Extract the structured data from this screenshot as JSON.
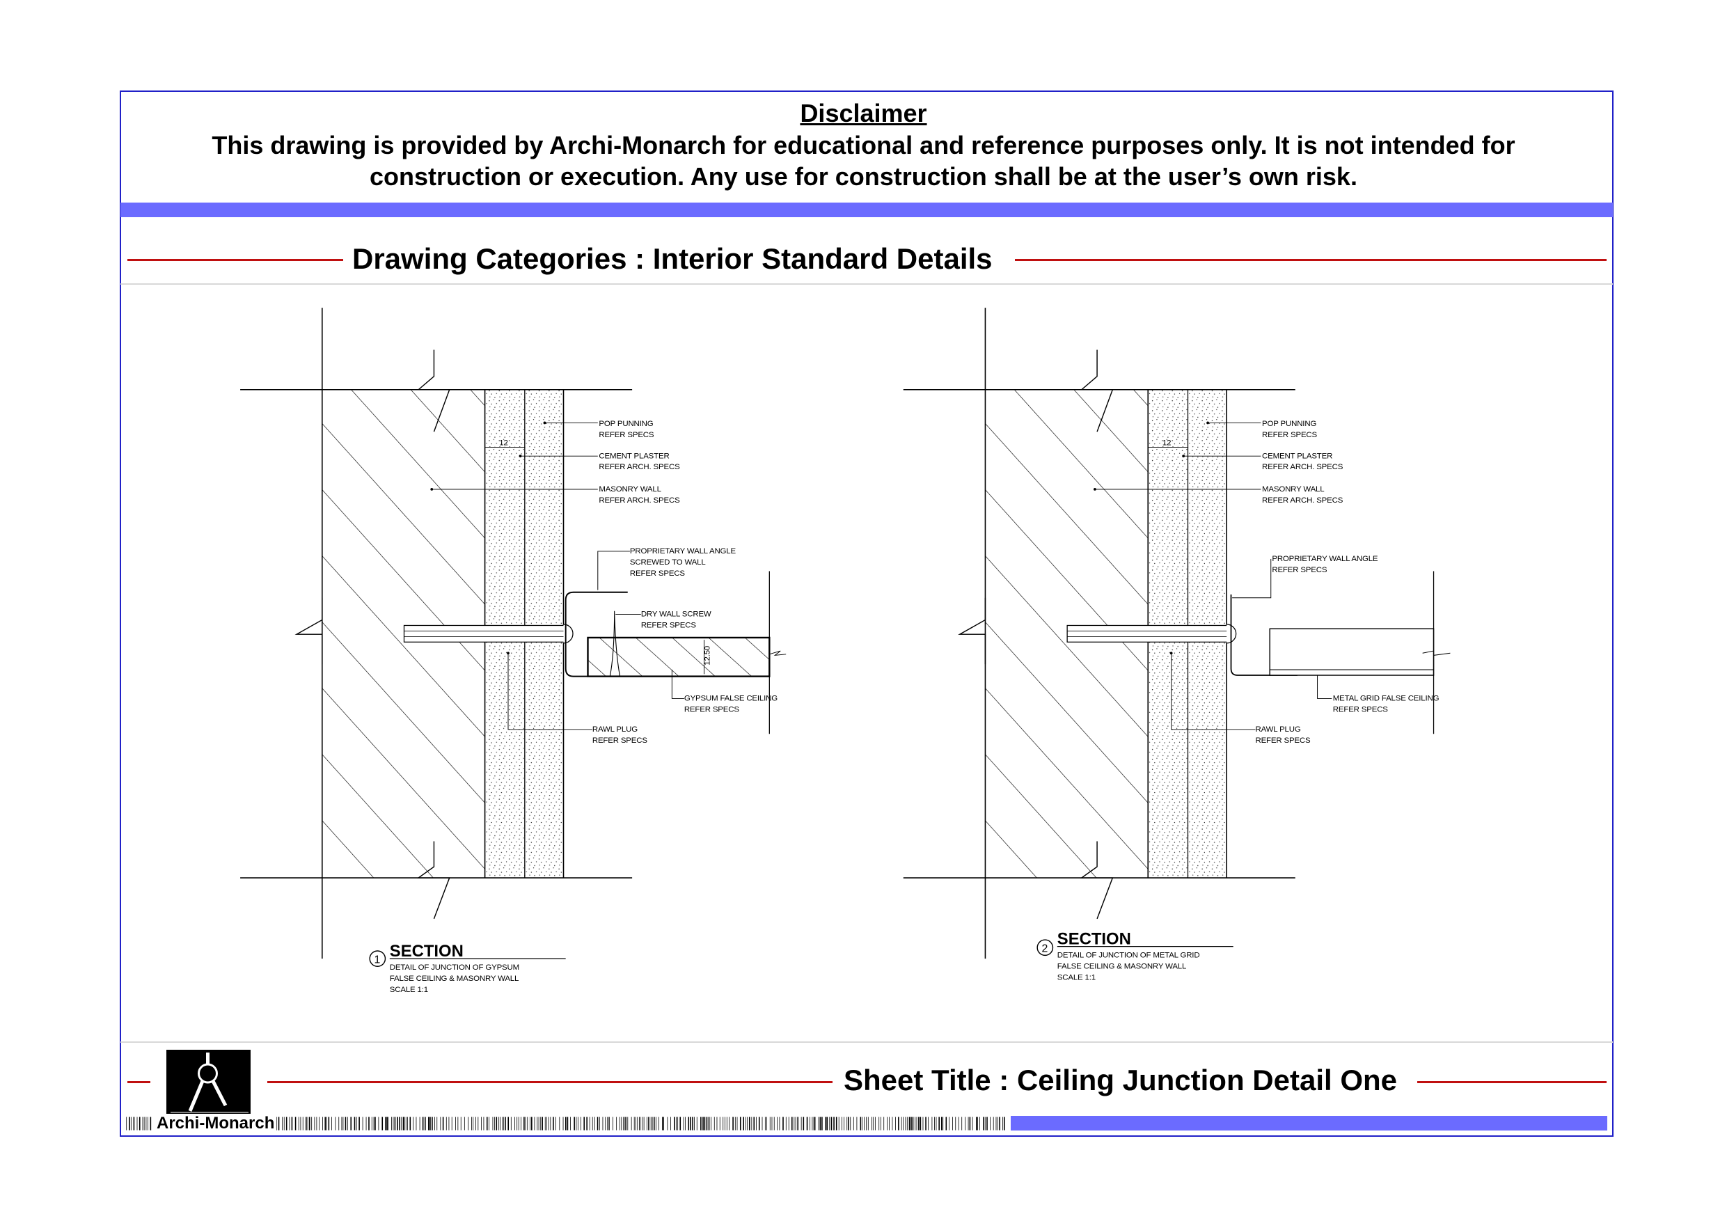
{
  "disclaimer": {
    "title": "Disclaimer",
    "line1": "This drawing is provided by Archi-Monarch for educational and reference purposes only. It is not intended for",
    "line2": "construction or execution. Any use for construction shall be at the user’s own risk."
  },
  "category_heading": "Drawing Categories : Interior Standard Details",
  "details": [
    {
      "number": "1",
      "title": "SECTION",
      "desc": [
        "DETAIL OF JUNCTION OF GYPSUM",
        "FALSE CEILING & MASONRY WALL",
        "SCALE 1:1"
      ],
      "dimension": "12",
      "board_dimension": "12.50",
      "labels": {
        "pop": [
          "POP PUNNING",
          "REFER SPECS"
        ],
        "plaster": [
          "CEMENT PLASTER",
          "REFER ARCH. SPECS"
        ],
        "masonry": [
          "MASONRY WALL",
          "REFER ARCH. SPECS"
        ],
        "angle": [
          "PROPRIETARY WALL ANGLE",
          "SCREWED TO WALL",
          "REFER SPECS"
        ],
        "screw": [
          "DRY WALL SCREW",
          "REFER SPECS"
        ],
        "ceiling": [
          "GYPSUM FALSE CEILING",
          "REFER SPECS"
        ],
        "rawl": [
          "RAWL PLUG",
          "REFER SPECS"
        ]
      }
    },
    {
      "number": "2",
      "title": "SECTION",
      "desc": [
        "DETAIL OF JUNCTION OF METAL GRID",
        "FALSE CEILING & MASONRY WALL",
        "SCALE 1:1"
      ],
      "dimension": "12",
      "labels": {
        "pop": [
          "POP PUNNING",
          "REFER SPECS"
        ],
        "plaster": [
          "CEMENT PLASTER",
          "REFER ARCH. SPECS"
        ],
        "masonry": [
          "MASONRY WALL",
          "REFER ARCH. SPECS"
        ],
        "angle": [
          "PROPRIETARY WALL ANGLE",
          "REFER SPECS"
        ],
        "ceiling": [
          "METAL GRID FALSE CEILING",
          "REFER SPECS"
        ],
        "rawl": [
          "RAWL PLUG",
          "REFER SPECS"
        ]
      }
    }
  ],
  "footer": {
    "brand": "Archi-Monarch",
    "sheet_title": "Sheet Title : Ceiling Junction Detail One"
  },
  "colors": {
    "frame": "#2020c8",
    "accent_bar": "#6b6bff",
    "rule": "#c01010"
  }
}
